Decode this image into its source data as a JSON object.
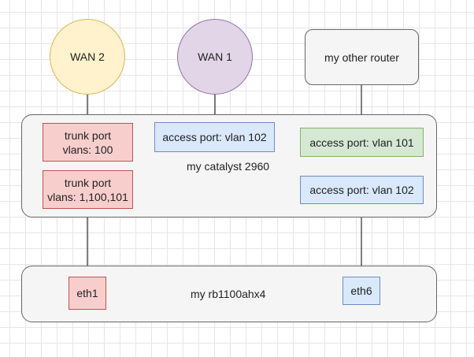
{
  "nodes": {
    "wan2": {
      "label": "WAN 2"
    },
    "wan1": {
      "label": "WAN 1"
    },
    "other_router": {
      "label": "my other router"
    },
    "catalyst": {
      "label": "my catalyst 2960",
      "ports": {
        "trunk1": {
          "line1": "trunk port",
          "line2": "vlans: 100"
        },
        "trunk2": {
          "line1": "trunk port",
          "line2": "vlans: 1,100,101"
        },
        "access_wan1": {
          "label": "access port: vlan 102"
        },
        "access_router": {
          "label": "access port: vlan 101"
        },
        "access_eth6": {
          "label": "access port: vlan 102"
        }
      }
    },
    "rb": {
      "label": "my rb1100ahx4",
      "ports": {
        "eth1": {
          "label": "eth1"
        },
        "eth6": {
          "label": "eth6"
        }
      }
    }
  },
  "colors": {
    "red_fill": "#f8cecc",
    "red_stroke": "#b85450",
    "blue_fill": "#dae8fc",
    "blue_stroke": "#6c8ebf",
    "green_fill": "#d5e8d4",
    "green_stroke": "#82b366",
    "yellow_fill": "#fff2cc",
    "yellow_stroke": "#d6b656",
    "purple_fill": "#e1d5e7",
    "purple_stroke": "#9673a6",
    "container_fill": "#f5f5f5",
    "container_stroke": "#666666"
  }
}
